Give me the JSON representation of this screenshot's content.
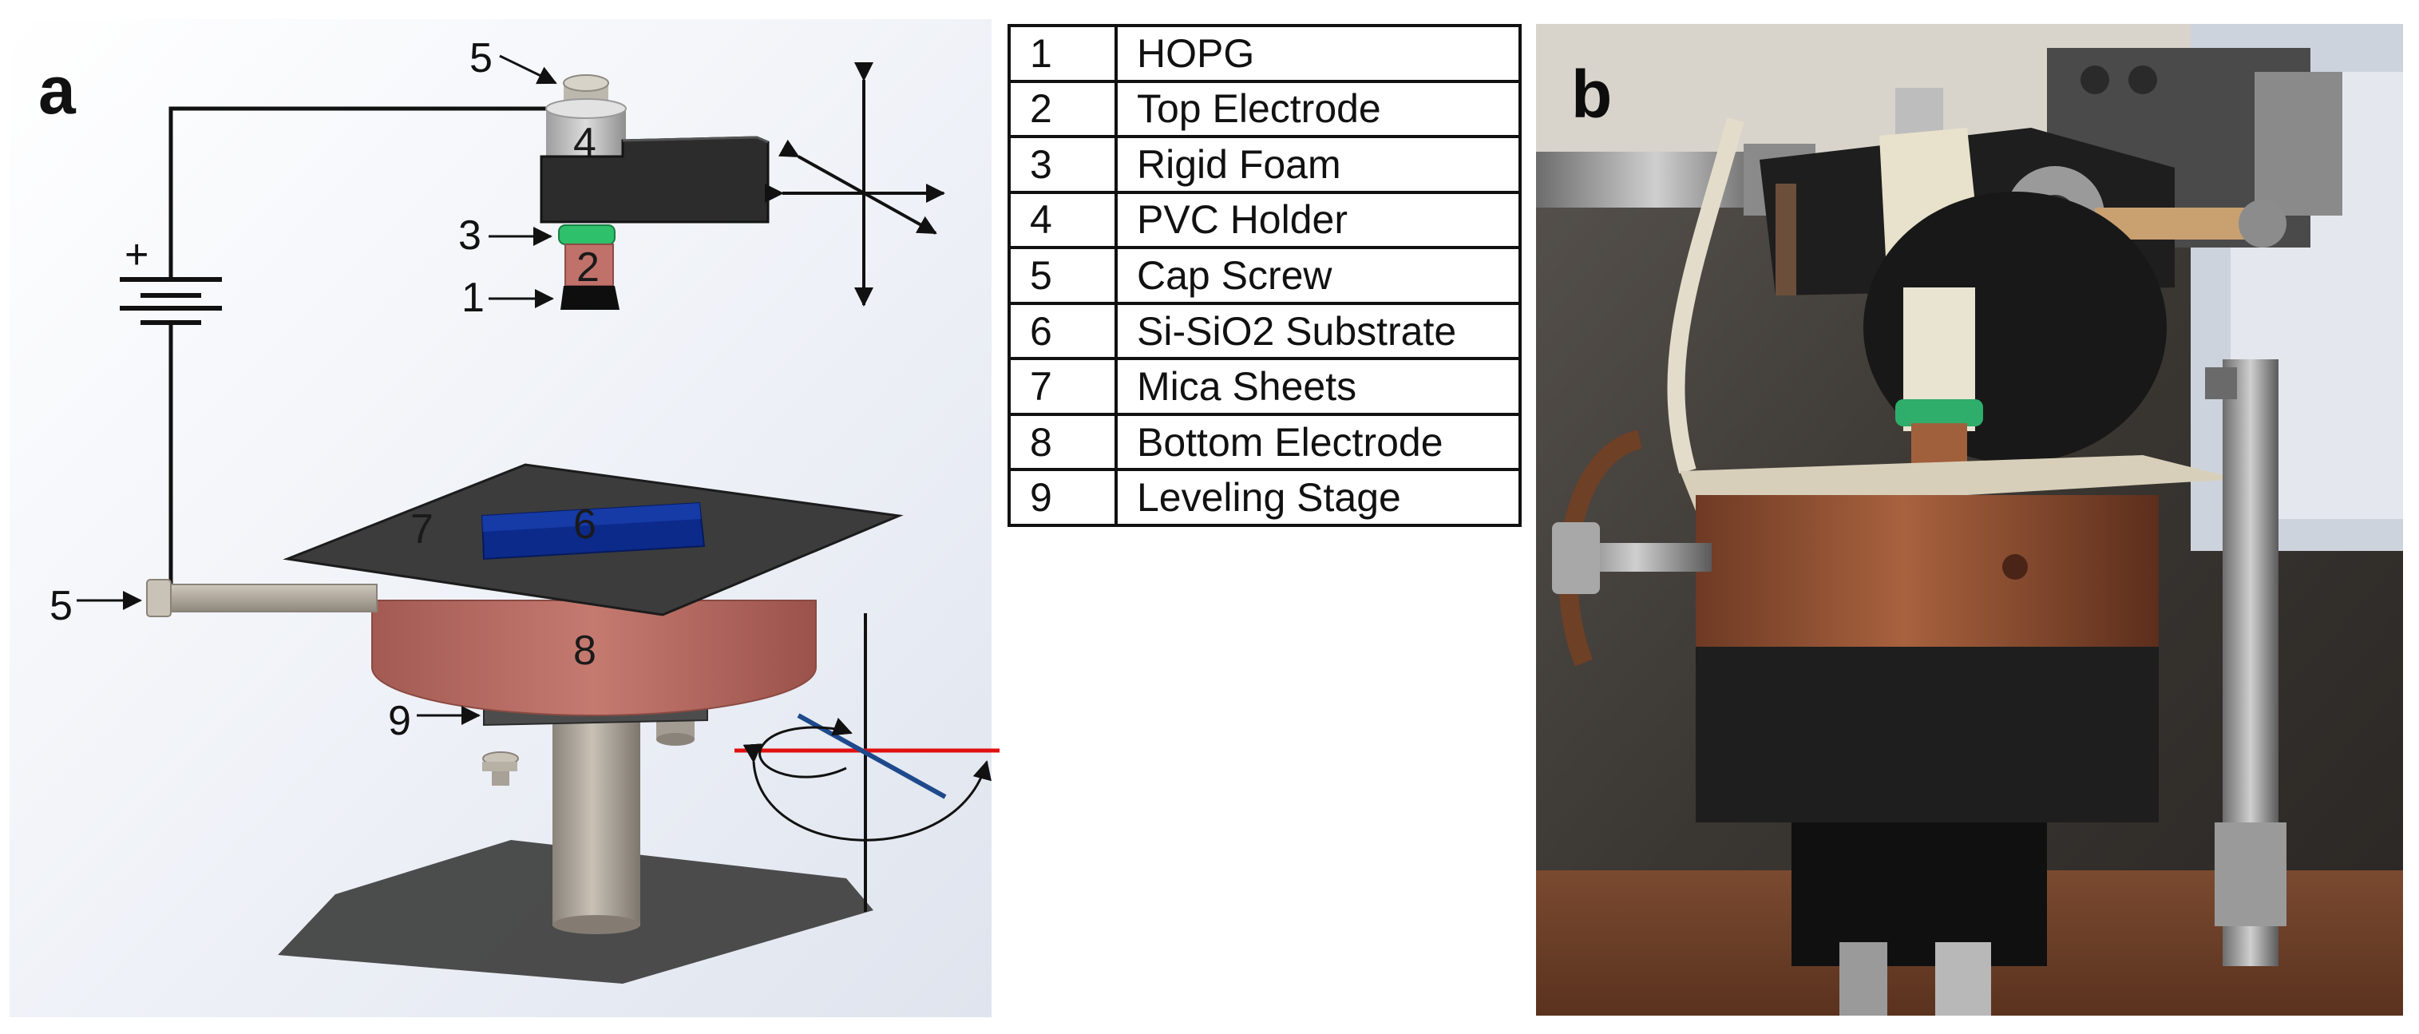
{
  "panel_a": {
    "letter": "a",
    "battery_plus": "+",
    "callouts": {
      "cap_screw_top": "5",
      "rigid_foam": "3",
      "hopg": "1",
      "cap_screw_side": "5",
      "leveling_stage": "9"
    },
    "inner": {
      "pvc_holder": "4",
      "top_electrode": "2",
      "mica_sheets": "7",
      "substrate": "6",
      "bottom_electrode": "8"
    },
    "colors": {
      "top_electrode": "#c0716a",
      "rigid_foam": "#2ec06a",
      "substrate": "#0c2a8a",
      "mica": "#3c3c3c",
      "bottom_electrode": "#b46b62",
      "tilt_line": "#1e4a8c",
      "reference_line": "#e01010"
    }
  },
  "legend": {
    "rows": [
      {
        "num": "1",
        "label": "HOPG"
      },
      {
        "num": "2",
        "label": "Top Electrode"
      },
      {
        "num": "3",
        "label": "Rigid Foam"
      },
      {
        "num": "4",
        "label": "PVC Holder"
      },
      {
        "num": "5",
        "label": "Cap Screw"
      },
      {
        "num": "6",
        "label": "Si-SiO2 Substrate"
      },
      {
        "num": "7",
        "label": "Mica Sheets"
      },
      {
        "num": "8",
        "label": "Bottom Electrode"
      },
      {
        "num": "9",
        "label": "Leveling Stage"
      }
    ]
  },
  "panel_b": {
    "letter": "b",
    "photo_description_icon": "apparatus-photo"
  }
}
